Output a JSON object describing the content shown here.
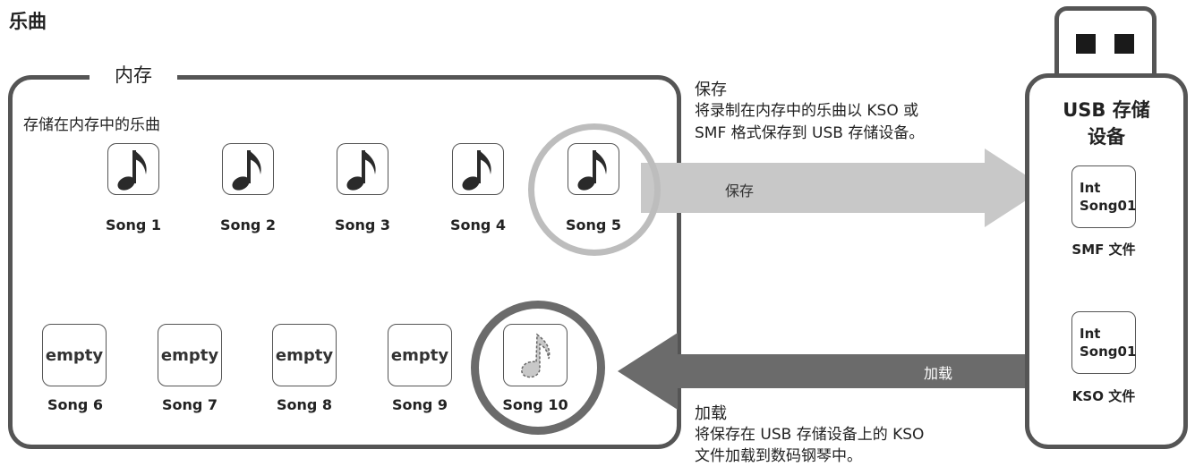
{
  "title": "乐曲",
  "memory": {
    "label": "内存",
    "subtitle": "存储在内存中的乐曲",
    "songs": [
      {
        "name": "Song 1",
        "content": "note"
      },
      {
        "name": "Song 2",
        "content": "note"
      },
      {
        "name": "Song 3",
        "content": "note"
      },
      {
        "name": "Song 4",
        "content": "note"
      },
      {
        "name": "Song 5",
        "content": "note"
      },
      {
        "name": "Song 6",
        "content": "empty"
      },
      {
        "name": "Song 7",
        "content": "empty"
      },
      {
        "name": "Song 8",
        "content": "empty"
      },
      {
        "name": "Song 9",
        "content": "empty"
      },
      {
        "name": "Song 10",
        "content": "note-outline"
      }
    ],
    "empty_text": "empty"
  },
  "usb": {
    "title_line1": "USB 存储",
    "title_line2": "设备",
    "files": [
      {
        "line1": "Int",
        "line2": "Song01",
        "label": "SMF 文件"
      },
      {
        "line1": "Int",
        "line2": "Song01",
        "label": "KSO 文件"
      }
    ]
  },
  "save": {
    "arrow_label": "保存",
    "desc_title": "保存",
    "desc_line1": "将录制在内存中的乐曲以 KSO 或",
    "desc_line2": "SMF 格式保存到 USB 存储设备。"
  },
  "load": {
    "arrow_label": "加载",
    "desc_title": "加载",
    "desc_line1": "将保存在 USB 存储设备上的 KSO",
    "desc_line2": "文件加载到数码钢琴中。"
  },
  "colors": {
    "border": "#555555",
    "save_arrow": "#c8c8c8",
    "load_arrow": "#6b6b6b",
    "save_ring": "#bdbdbd",
    "load_ring": "#6b6b6b"
  }
}
